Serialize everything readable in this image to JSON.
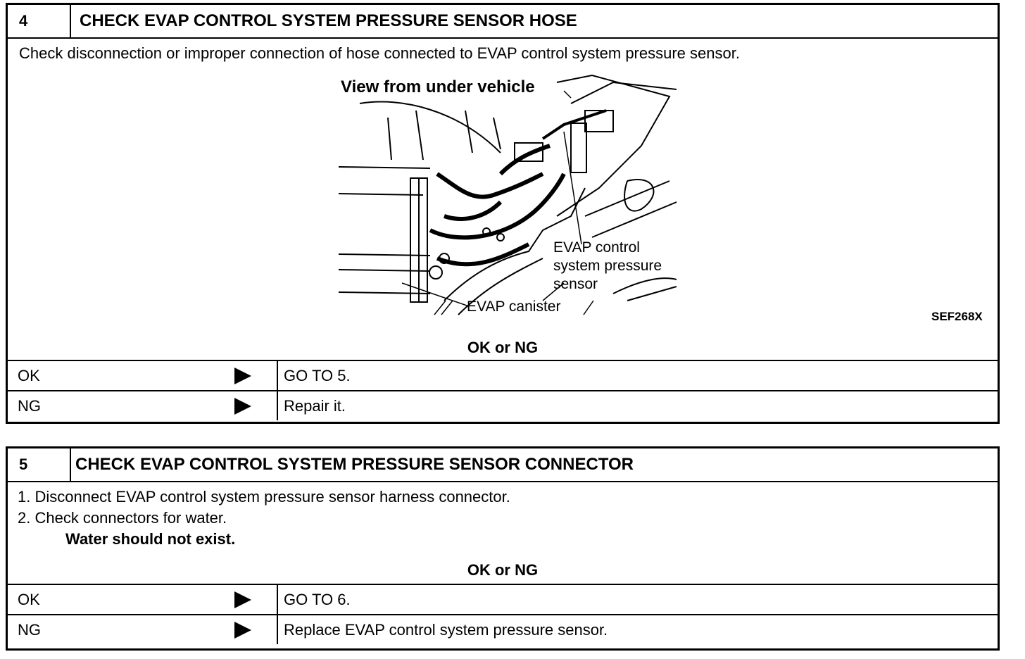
{
  "step4": {
    "number": "4",
    "title": "CHECK EVAP CONTROL SYSTEM PRESSURE SENSOR HOSE",
    "instruction": "Check disconnection or improper connection of hose connected to EVAP control system pressure sensor.",
    "figure": {
      "view_label": "View from under vehicle",
      "sensor_label_line1": "EVAP control",
      "sensor_label_line2": "system pressure",
      "sensor_label_line3": "sensor",
      "canister_label": "EVAP canister",
      "figure_code": "SEF268X"
    },
    "result_heading": "OK or NG",
    "rows": [
      {
        "label": "OK",
        "result": "GO TO 5."
      },
      {
        "label": "NG",
        "result": "Repair it."
      }
    ]
  },
  "step5": {
    "number": "5",
    "title": "CHECK EVAP CONTROL SYSTEM PRESSURE SENSOR CONNECTOR",
    "instructions": [
      "1.  Disconnect EVAP control system pressure sensor harness connector.",
      "2.  Check connectors for water."
    ],
    "note": "Water should not exist.",
    "result_heading": "OK or NG",
    "rows": [
      {
        "label": "OK",
        "result": "GO TO 6."
      },
      {
        "label": "NG",
        "result": "Replace EVAP control system pressure sensor."
      }
    ]
  }
}
